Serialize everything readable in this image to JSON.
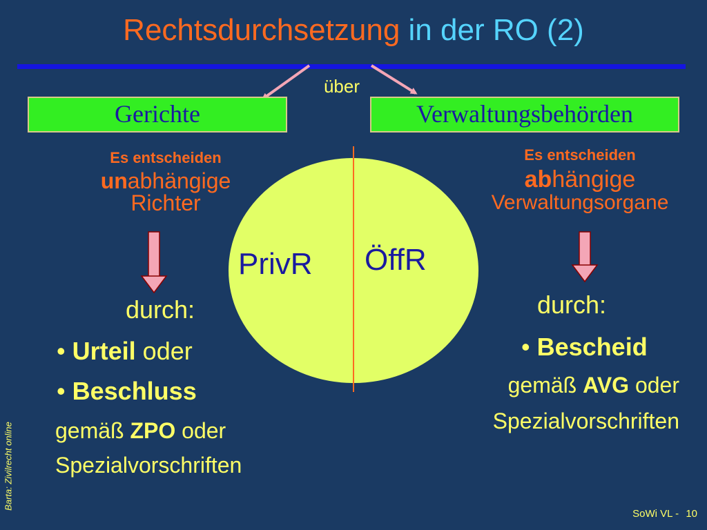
{
  "title": {
    "part1": "Rechtsdurchsetzung",
    "part2": "in der RO (2)"
  },
  "connector_label": "über",
  "left": {
    "box_label": "Gerichte",
    "decide_line": "Es entscheiden",
    "adj_prefix": "un",
    "adj_mid": "ab",
    "adj_suffix": "hängige",
    "noun": "Richter",
    "durch": "durch:",
    "item1_bold": "Urteil",
    "item1_rest": "oder",
    "item2_bold": "Beschluss",
    "basis_pre": "gemäß",
    "basis_bold": "ZPO",
    "basis_post": "oder",
    "basis_line2": "Spezialvorschriften"
  },
  "right": {
    "box_label": "Verwaltungsbehörden",
    "decide_line": "Es entscheiden",
    "adj_bold": "ab",
    "adj_suffix": "hängige",
    "noun": "Verwaltungsorgane",
    "durch": "durch:",
    "item1_bold": "Bescheid",
    "basis_pre": "gemäß",
    "basis_bold": "AVG",
    "basis_post": "oder",
    "basis_line2": "Spezialvorschriften"
  },
  "circle": {
    "left_label": "PrivR",
    "right_label": "ÖffR"
  },
  "bullet": "•",
  "footer": {
    "side_note": "Barta: Zivilrecht online",
    "page_label": "SoWi VL -",
    "page_number": "10"
  },
  "colors": {
    "background": "#1a3a63",
    "title_orange": "#ff6a20",
    "title_cyan": "#55d4ff",
    "text_yellow": "#ffff66",
    "box_green": "#33ee22",
    "circle_fill": "#e2ff66",
    "arrow_pink": "#f4a6b6"
  }
}
